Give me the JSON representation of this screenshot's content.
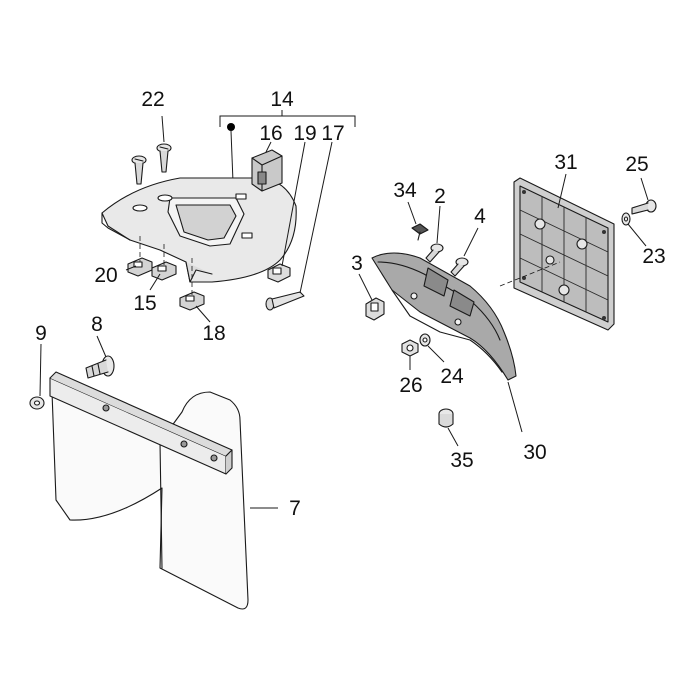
{
  "diagram": {
    "callouts": {
      "c22": "22",
      "c14": "14",
      "c16": "16",
      "c19": "19",
      "c17": "17",
      "c20": "20",
      "c15": "15",
      "c18": "18",
      "c9": "9",
      "c8": "8",
      "c7": "7",
      "c34": "34",
      "c2": "2",
      "c4": "4",
      "c3": "3",
      "c31": "31",
      "c25": "25",
      "c23": "23",
      "c26": "26",
      "c24": "24",
      "c30": "30",
      "c35": "35"
    }
  }
}
